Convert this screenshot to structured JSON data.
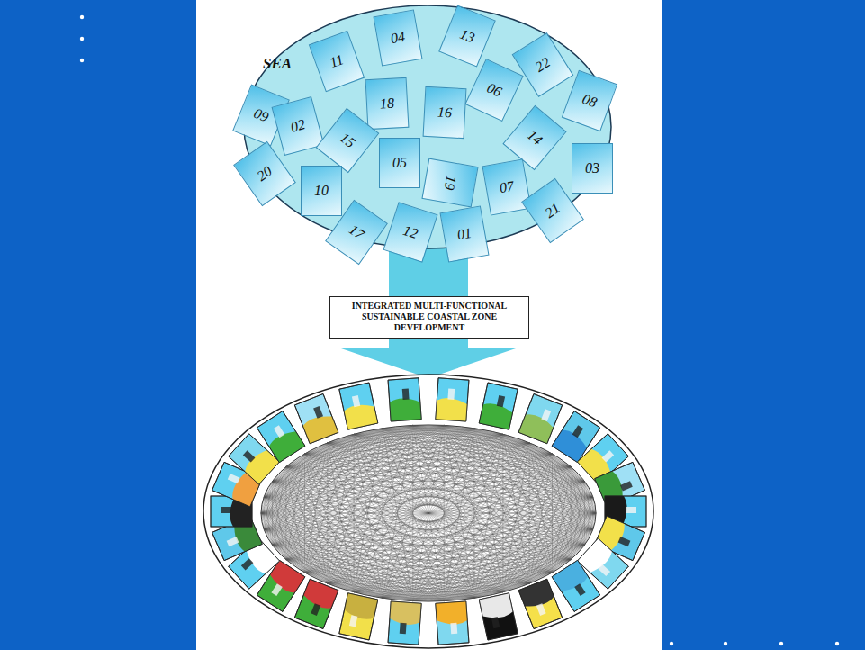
{
  "diagram": {
    "nodes": [
      {
        "text": [
          "SEA"
        ]
      },
      {
        "text": [
          "11"
        ],
        "in": 0
      },
      {
        "text": [
          "04"
        ],
        "in": 0
      },
      {
        "text": [
          "13"
        ],
        "in": 0
      },
      {
        "text": [
          "22"
        ],
        "in": 0
      },
      {
        "text": [
          "06"
        ],
        "in": 0
      },
      {
        "text": [
          "08"
        ],
        "in": 0
      },
      {
        "text": [
          "18"
        ],
        "in": 0
      },
      {
        "text": [
          "16"
        ],
        "in": 0
      },
      {
        "text": [
          "09"
        ],
        "in": 0
      },
      {
        "text": [
          "02"
        ],
        "in": 0
      },
      {
        "text": [
          "15"
        ],
        "in": 0
      },
      {
        "text": [
          "14"
        ],
        "in": 0
      },
      {
        "text": [
          "05"
        ],
        "in": 0
      },
      {
        "text": [
          "03"
        ],
        "in": 0
      },
      {
        "text": [
          "20"
        ],
        "in": 0
      },
      {
        "text": [
          "19"
        ],
        "in": 0
      },
      {
        "text": [
          "07"
        ],
        "in": 0
      },
      {
        "text": [
          "10"
        ],
        "in": 0
      },
      {
        "text": [
          "21"
        ],
        "in": 0
      },
      {
        "text": [
          "17"
        ],
        "in": 0
      },
      {
        "text": [
          "12"
        ],
        "in": 0
      },
      {
        "text": [
          "01"
        ],
        "in": 0
      },
      {
        "text": [
          "INTEGRATED MULTI-FUNCTIONAL SUSTAINABLE COASTAL ZONE DEVELOPMENT"
        ]
      }
    ]
  }
}
